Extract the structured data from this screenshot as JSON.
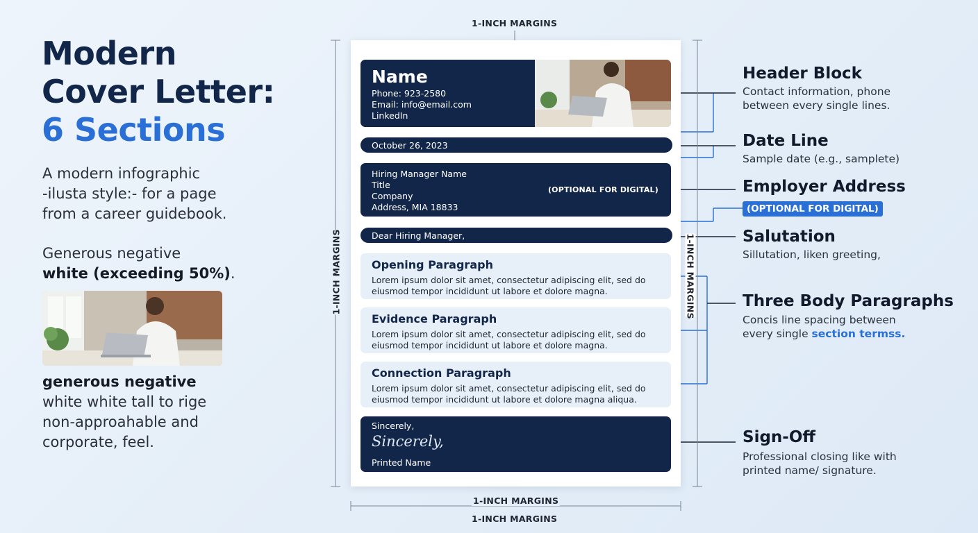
{
  "left": {
    "title_line1": "Modern",
    "title_line2": "Cover Letter:",
    "title_line3": "6 Sections",
    "intro_line1": "A modern infographic",
    "intro_line2": "-ilusta style:- for a page",
    "intro_line3": "from a career guidebook.",
    "neg1_line1": "Generous negative",
    "neg1_bold": "white (exceeding 50%)",
    "neg1_tail": ".",
    "neg2_bold": "generous negative",
    "neg2_line2": "white white tall to rige",
    "neg2_line3": "non-approahable and",
    "neg2_line4": "corporate, feel."
  },
  "margins": {
    "top": "1-INCH MARGINS",
    "left": "1-INCH MARGINS",
    "right": "1-INCH MARGINS",
    "bottom1": "1-INCH MARGINS",
    "bottom2": "1-INCH MARGINS"
  },
  "letter": {
    "header": {
      "name": "Name",
      "phone": "Phone: 923-2580",
      "email": "Email: info@email.com",
      "linkedin": "LinkedIn"
    },
    "date": "October 26, 2023",
    "employer": {
      "line1": "Hiring Manager Name",
      "line2": "Title",
      "line3": "Company",
      "line4": "Address, MIA 18833",
      "optional": "(OPTIONAL FOR DIGITAL)"
    },
    "salutation": "Dear Hiring Manager,",
    "paragraphs": [
      {
        "heading": "Opening Paragraph",
        "line1": "Lorem ipsum dolor sit amet, consectetur adipiscing elit, sed do",
        "line2": "eiusmod tempor incididunt ut labore et dolore magna."
      },
      {
        "heading": "Evidence Paragraph",
        "line1": "Lorem ipsum dolor sit amet, consectetur adipiscing elit, sed do",
        "line2": "eiusmod tempor incididunt ut labore et dolore magna."
      },
      {
        "heading": "Connection Paragraph",
        "line1": "Lorem ipsum dolor sit amet, consectetur adipiscing elit, sed do",
        "line2": "eiusmod tempor incididunt ut labore et dolore magna aliqua."
      }
    ],
    "signoff": {
      "closing": "Sincerely,",
      "signature": "Sincerely,",
      "printed": "Printed Name"
    }
  },
  "annotations": {
    "header": {
      "title": "Header Block",
      "line1": "Contact information, phone",
      "line2": "between every single lines."
    },
    "date": {
      "title": "Date Line",
      "line1": "Sample date (e.g., samplete)"
    },
    "employer": {
      "title": "Employer Address",
      "badge": "(OPTIONAL FOR DIGITAL)"
    },
    "salutation": {
      "title": "Salutation",
      "line1": "Sillutation, liken greeting,"
    },
    "body": {
      "title": "Three Body Paragraphs",
      "line1": "Concis line spacing between",
      "line2_plain": "every single ",
      "line2_blue": "section termss."
    },
    "signoff": {
      "title": "Sign-Off",
      "line1": "Professional closing like with",
      "line2": "printed name/ signature."
    }
  },
  "colors": {
    "navy": "#12264a",
    "accent_blue": "#2a6fd6",
    "light_panel": "#e7eff9"
  }
}
